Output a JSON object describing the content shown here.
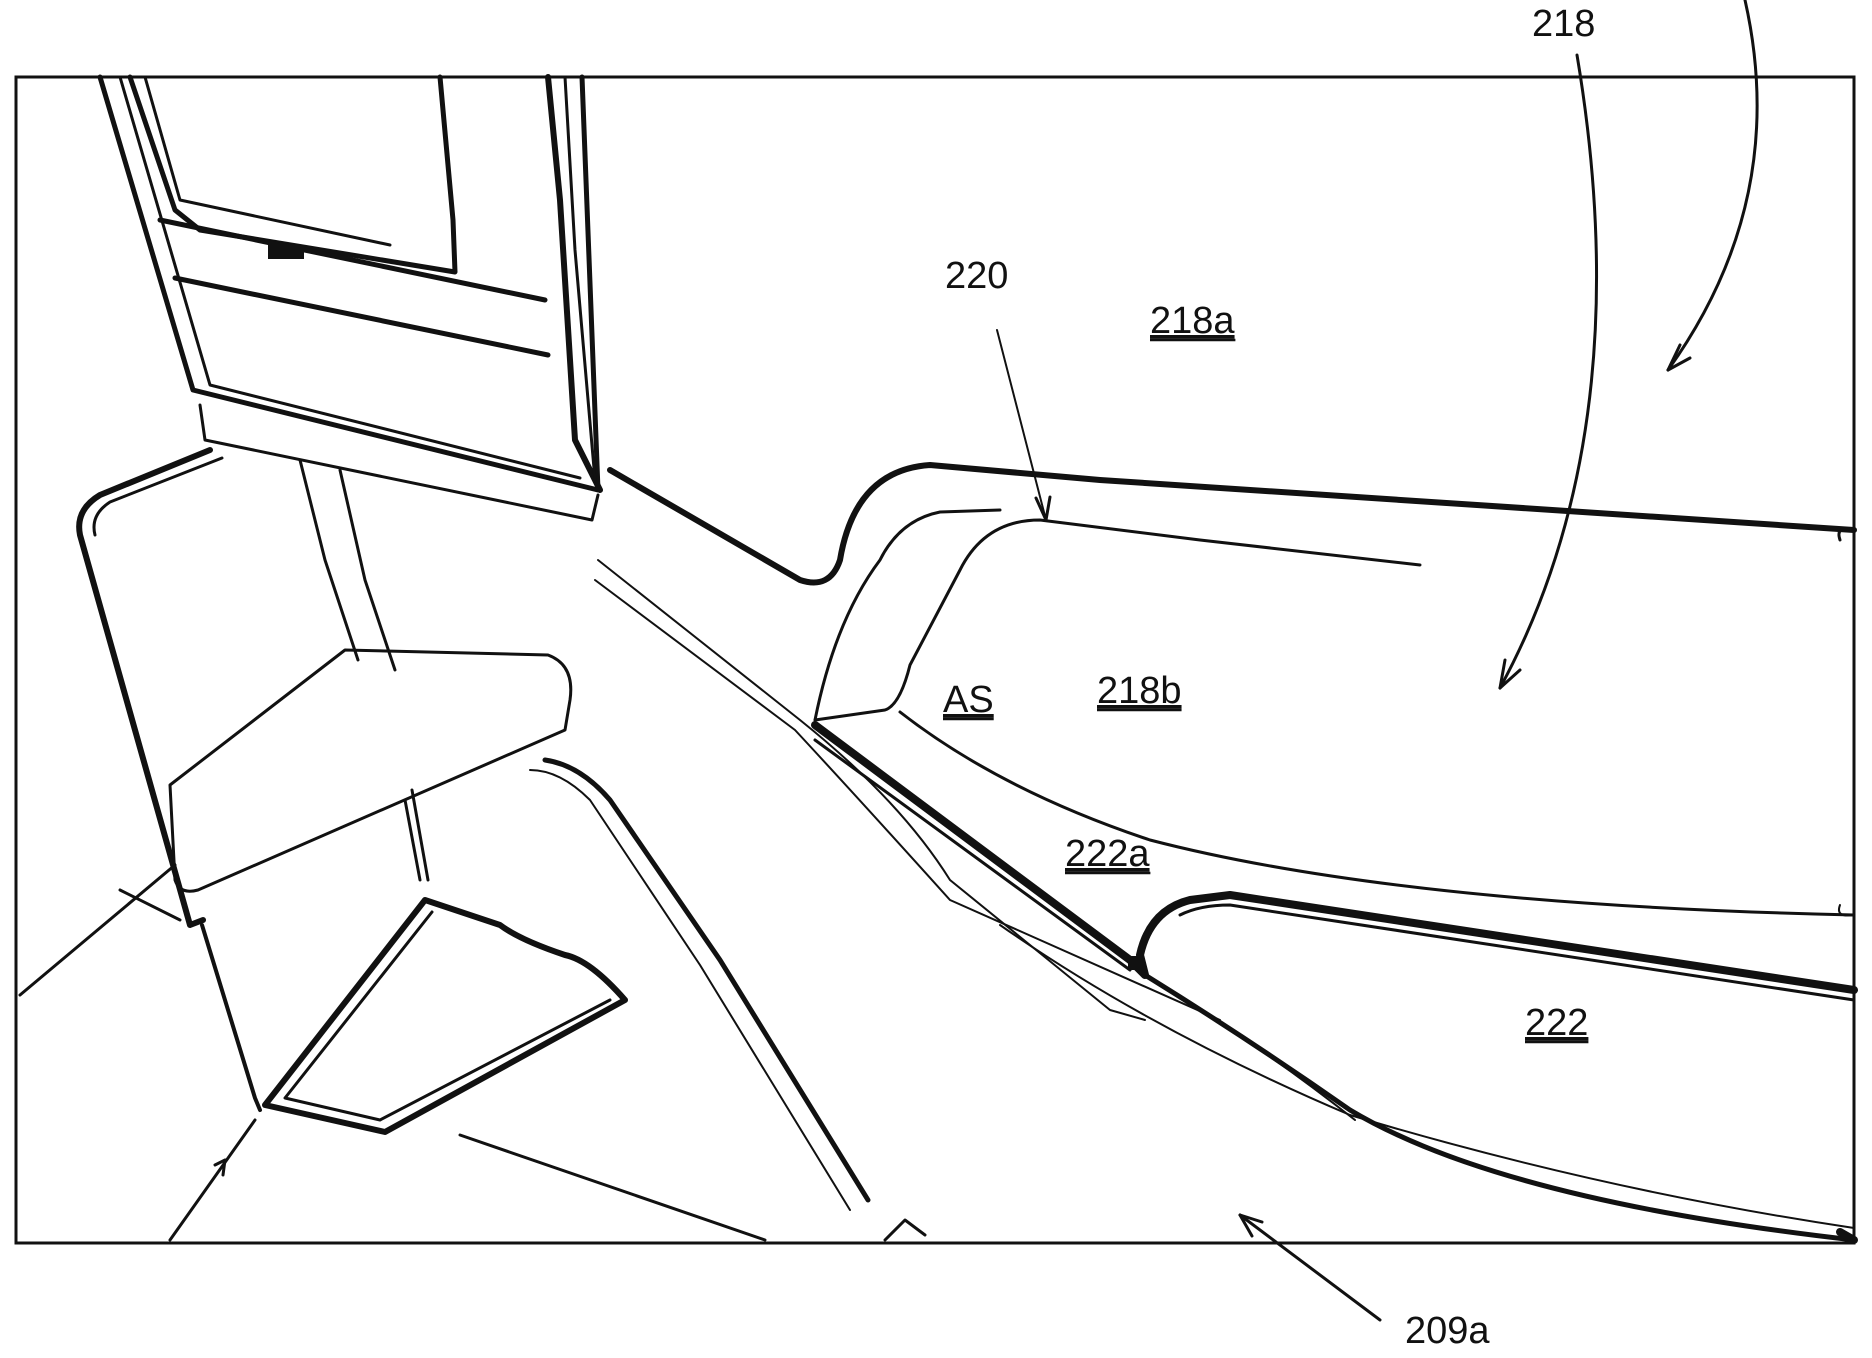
{
  "figure": {
    "labels": {
      "l218": "218",
      "l220": "220",
      "l218a": "218a",
      "l218b": "218b",
      "lAS": "AS",
      "l222a": "222a",
      "l222": "222",
      "l209a": "209a"
    }
  }
}
